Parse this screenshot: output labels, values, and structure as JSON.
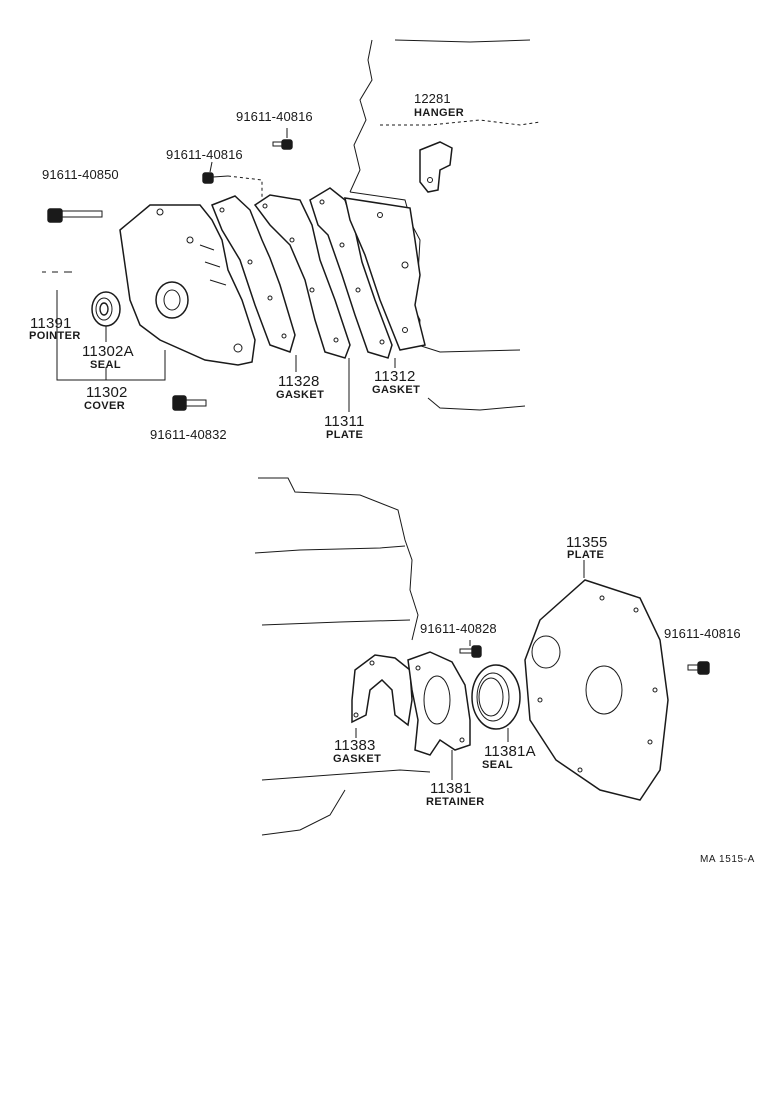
{
  "parts": {
    "hanger": {
      "number": "12281",
      "name": "HANGER"
    },
    "bolt_top": {
      "number": "91611-40816"
    },
    "bolt_left": {
      "number": "91611-40816"
    },
    "bolt_cover": {
      "number": "91611-40850"
    },
    "pointer": {
      "number": "11391",
      "name": "POINTER"
    },
    "seal_front": {
      "number": "11302A",
      "name": "SEAL"
    },
    "cover": {
      "number": "11302",
      "name": "COVER"
    },
    "bolt_bottom": {
      "number": "91611-40832"
    },
    "gasket_a": {
      "number": "11328",
      "name": "GASKET"
    },
    "gasket_b": {
      "number": "11312",
      "name": "GASKET"
    },
    "plate_front": {
      "number": "11311",
      "name": "PLATE"
    },
    "plate_rear": {
      "number": "11355",
      "name": "PLATE"
    },
    "bolt_ret": {
      "number": "91611-40828"
    },
    "bolt_rear": {
      "number": "91611-40816"
    },
    "gasket_rear": {
      "number": "11383",
      "name": "GASKET"
    },
    "seal_rear": {
      "number": "11381A",
      "name": "SEAL"
    },
    "retainer": {
      "number": "11381",
      "name": "RETAINER"
    }
  },
  "diagram_code": "MA 1515-A"
}
